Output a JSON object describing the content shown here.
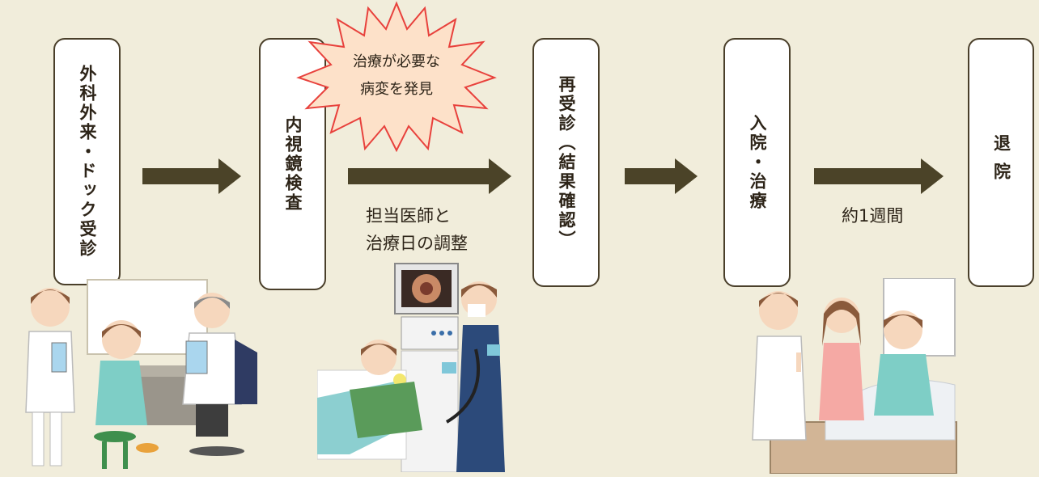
{
  "steps": [
    {
      "label": "外科外来・ドック受診"
    },
    {
      "label": "内視鏡検査"
    },
    {
      "label": "再受診（結果確認）"
    },
    {
      "label": "入院・治療"
    },
    {
      "label": "退院"
    }
  ],
  "burst": {
    "line1": "治療が必要な",
    "line2": "病変を発見"
  },
  "captions": {
    "schedule_line1": "担当医師と",
    "schedule_line2": "治療日の調整",
    "duration": "約1週間"
  },
  "colors": {
    "background": "#f1eddb",
    "arrow": "#4b4328",
    "burst_fill": "#fde1c9",
    "burst_stroke": "#e8413c",
    "box_border": "#4a3f2a"
  }
}
